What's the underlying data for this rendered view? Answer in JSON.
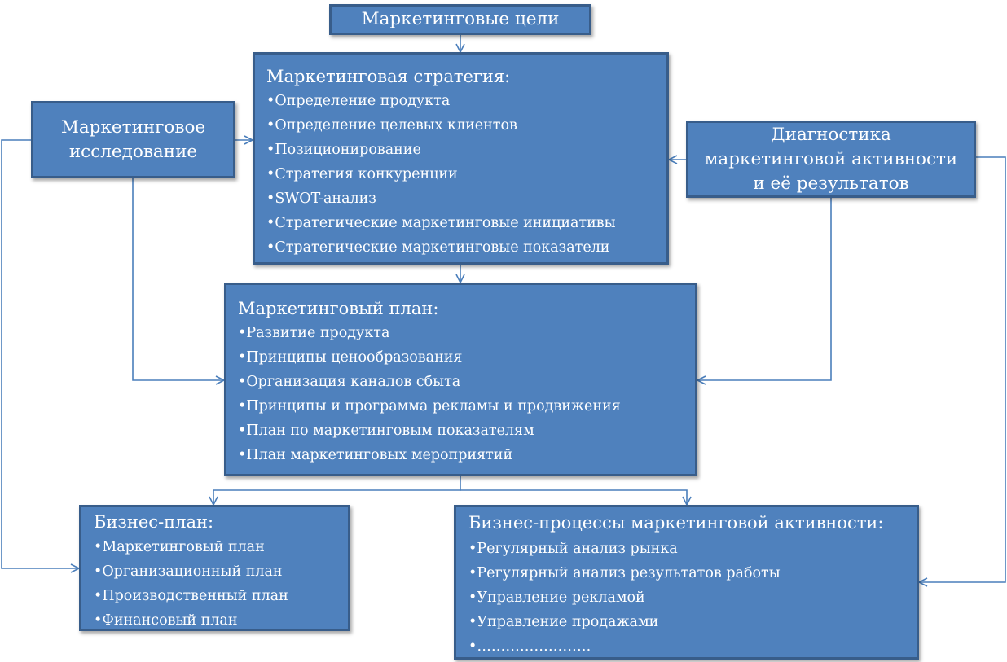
{
  "goals": {
    "title": "Маркетинговые цели"
  },
  "strategy": {
    "title": "Маркетинговая стратегия:",
    "items": [
      "Определение продукта",
      "Определение целевых клиентов",
      "Позиционирование",
      "Стратегия конкуренции",
      "SWOT-анализ",
      "Стратегические маркетинговые инициативы",
      "Стратегические маркетинговые показатели"
    ]
  },
  "research": {
    "lines": [
      "Маркетинговое",
      "исследование"
    ]
  },
  "diagnostics": {
    "lines": [
      "Диагностика",
      "маркетинговой активности",
      "и её результатов"
    ]
  },
  "plan": {
    "title": "Маркетинговый план:",
    "items": [
      "Развитие продукта",
      "Принципы ценообразования",
      "Организация каналов сбыта",
      "Принципы и программа рекламы и продвижения",
      "План по маркетинговым показателям",
      "План маркетинговых мероприятий"
    ]
  },
  "business_plan": {
    "title": "Бизнес-план:",
    "items": [
      "Маркетинговый план",
      "Организационный план",
      "Производственный план",
      "Финансовый план"
    ]
  },
  "processes": {
    "title": "Бизнес-процессы маркетинговой активности:",
    "items": [
      "Регулярный анализ рынка",
      "Регулярный анализ результатов работы",
      "Управление рекламой",
      "Управление продажами",
      "……………………"
    ]
  },
  "colors": {
    "box_fill": "#4F81BD",
    "box_border": "#385D8A",
    "connector": "#4A7EBB",
    "text": "#FFFFFF"
  }
}
